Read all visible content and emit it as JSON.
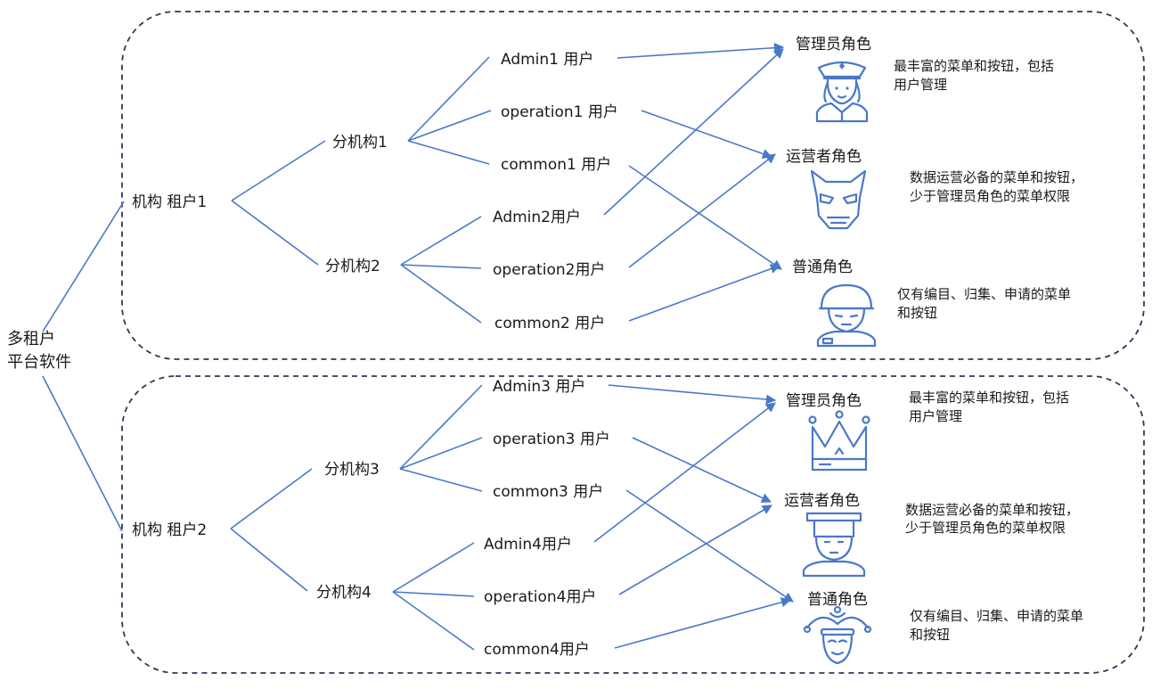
{
  "root": {
    "line1": "多租户",
    "line2": "平台软件"
  },
  "tenants": [
    {
      "name": "机构 租户1",
      "branches": [
        {
          "name": "分机构1",
          "users": [
            "Admin1 用户",
            "operation1 用户",
            "common1 用户"
          ]
        },
        {
          "name": "分机构2",
          "users": [
            "Admin2用户",
            "operation2用户",
            "common2 用户"
          ]
        }
      ],
      "roles": [
        {
          "name": "管理员角色",
          "icon": "police-officer-icon",
          "desc1": "最丰富的菜单和按钮，包括",
          "desc2": "用户管理"
        },
        {
          "name": "运营者角色",
          "icon": "masked-hero-icon",
          "desc1": "数据运营必备的菜单和按钮，",
          "desc2": "少于管理员角色的菜单权限"
        },
        {
          "name": "普通角色",
          "icon": "soldier-icon",
          "desc1": "仅有编目、归集、申请的菜单",
          "desc2": "和按钮"
        }
      ]
    },
    {
      "name": "机构 租户2",
      "branches": [
        {
          "name": "分机构3",
          "users": [
            "Admin3 用户",
            "operation3 用户",
            "common3 用户"
          ]
        },
        {
          "name": "分机构4",
          "users": [
            "Admin4用户",
            "operation4用户",
            "common4用户"
          ]
        }
      ],
      "roles": [
        {
          "name": "管理员角色",
          "icon": "crown-icon",
          "desc1": "最丰富的菜单和按钮，包括",
          "desc2": "用户管理"
        },
        {
          "name": "运营者角色",
          "icon": "graduate-icon",
          "desc1": "数据运营必备的菜单和按钮，",
          "desc2": "少于管理员角色的菜单权限"
        },
        {
          "name": "普通角色",
          "icon": "jester-icon",
          "desc1": "仅有编目、归集、申请的菜单",
          "desc2": "和按钮"
        }
      ]
    }
  ],
  "colors": {
    "edge": "#4a78c9",
    "icon": "#4a78c9",
    "border": "#2b3a55",
    "text": "#1a1a1a"
  }
}
